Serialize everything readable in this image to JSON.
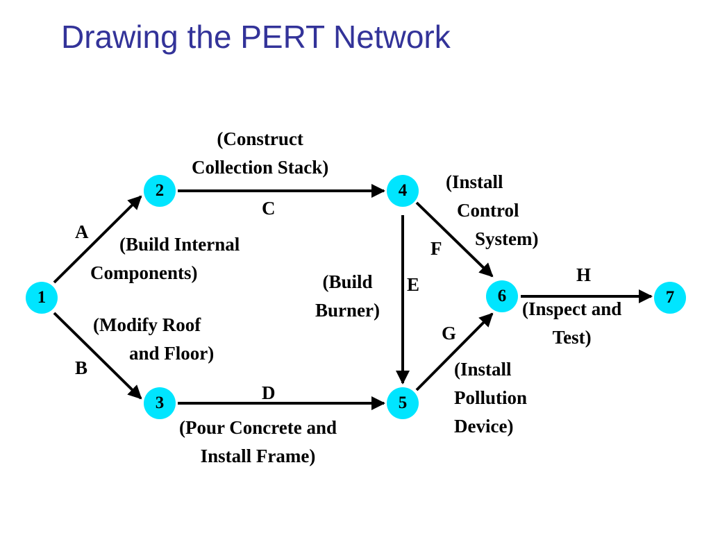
{
  "title": "Drawing the PERT Network",
  "colors": {
    "title": "#333399",
    "node_fill": "#00e5ff",
    "arrow": "#000000"
  },
  "nodes": [
    "1",
    "2",
    "3",
    "4",
    "5",
    "6",
    "7"
  ],
  "activities": [
    {
      "letter": "A",
      "from": "1",
      "to": "2",
      "desc": [
        "(Build Internal",
        "Components)"
      ]
    },
    {
      "letter": "B",
      "from": "1",
      "to": "3",
      "desc": [
        "(Modify Roof",
        "and Floor)"
      ]
    },
    {
      "letter": "C",
      "from": "2",
      "to": "4",
      "desc": [
        "(Construct",
        "Collection Stack)"
      ]
    },
    {
      "letter": "D",
      "from": "3",
      "to": "5",
      "desc": [
        "(Pour Concrete and",
        "Install Frame)"
      ]
    },
    {
      "letter": "E",
      "from": "4",
      "to": "5",
      "desc": [
        "(Build",
        "Burner)"
      ]
    },
    {
      "letter": "F",
      "from": "4",
      "to": "6",
      "desc": [
        "(Install",
        "Control",
        "System)"
      ]
    },
    {
      "letter": "G",
      "from": "5",
      "to": "6",
      "desc": [
        "(Install",
        "Pollution",
        "Device)"
      ]
    },
    {
      "letter": "H",
      "from": "6",
      "to": "7",
      "desc": [
        "(Inspect and",
        "Test)"
      ]
    }
  ]
}
